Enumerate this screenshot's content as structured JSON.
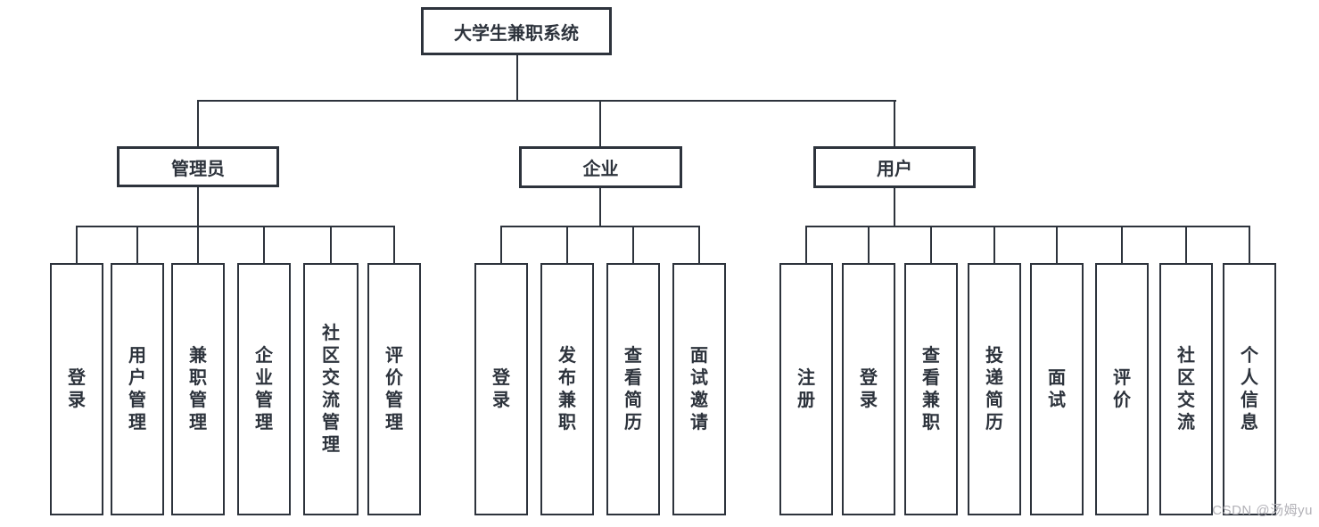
{
  "diagram": {
    "root": "大学生兼职系统",
    "branches": [
      {
        "label": "管理员",
        "items": [
          "登录",
          "用户管理",
          "兼职管理",
          "企业管理",
          "社区交流管理",
          "评价管理"
        ]
      },
      {
        "label": "企业",
        "items": [
          "登录",
          "发布兼职",
          "查看简历",
          "面试邀请"
        ]
      },
      {
        "label": "用户",
        "items": [
          "注册",
          "登录",
          "查看兼职",
          "投递简历",
          "面试",
          "评价",
          "社区交流",
          "个人信息"
        ]
      }
    ]
  },
  "watermark": "CSDN @汤姆yu",
  "colors": {
    "line": "#2d333c",
    "text": "#2d333c",
    "background": "#ffffff",
    "watermark": "#b2b1b7"
  }
}
